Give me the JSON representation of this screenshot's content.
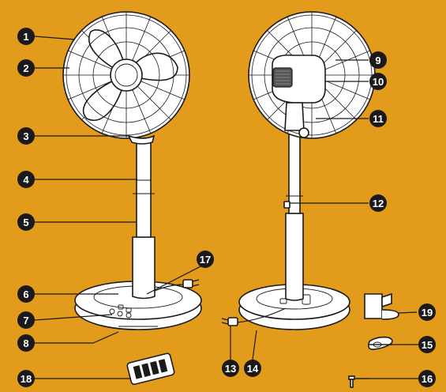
{
  "callouts": [
    {
      "id": "1",
      "label": "1"
    },
    {
      "id": "2",
      "label": "2"
    },
    {
      "id": "3",
      "label": "3"
    },
    {
      "id": "4",
      "label": "4"
    },
    {
      "id": "5",
      "label": "5"
    },
    {
      "id": "6",
      "label": "6"
    },
    {
      "id": "7",
      "label": "7"
    },
    {
      "id": "8",
      "label": "8"
    },
    {
      "id": "9",
      "label": "9"
    },
    {
      "id": "10",
      "label": "10"
    },
    {
      "id": "11",
      "label": "11"
    },
    {
      "id": "12",
      "label": "12"
    },
    {
      "id": "13",
      "label": "13"
    },
    {
      "id": "14",
      "label": "14"
    },
    {
      "id": "15",
      "label": "15"
    },
    {
      "id": "16",
      "label": "16"
    },
    {
      "id": "17",
      "label": "17"
    },
    {
      "id": "18",
      "label": "18"
    },
    {
      "id": "19",
      "label": "19"
    }
  ],
  "colors": {
    "background": "#E39B1C",
    "badge": "#1a1a1a",
    "badge_text": "#ffffff",
    "outline": "#1a1a1a",
    "fill": "#ffffff"
  }
}
